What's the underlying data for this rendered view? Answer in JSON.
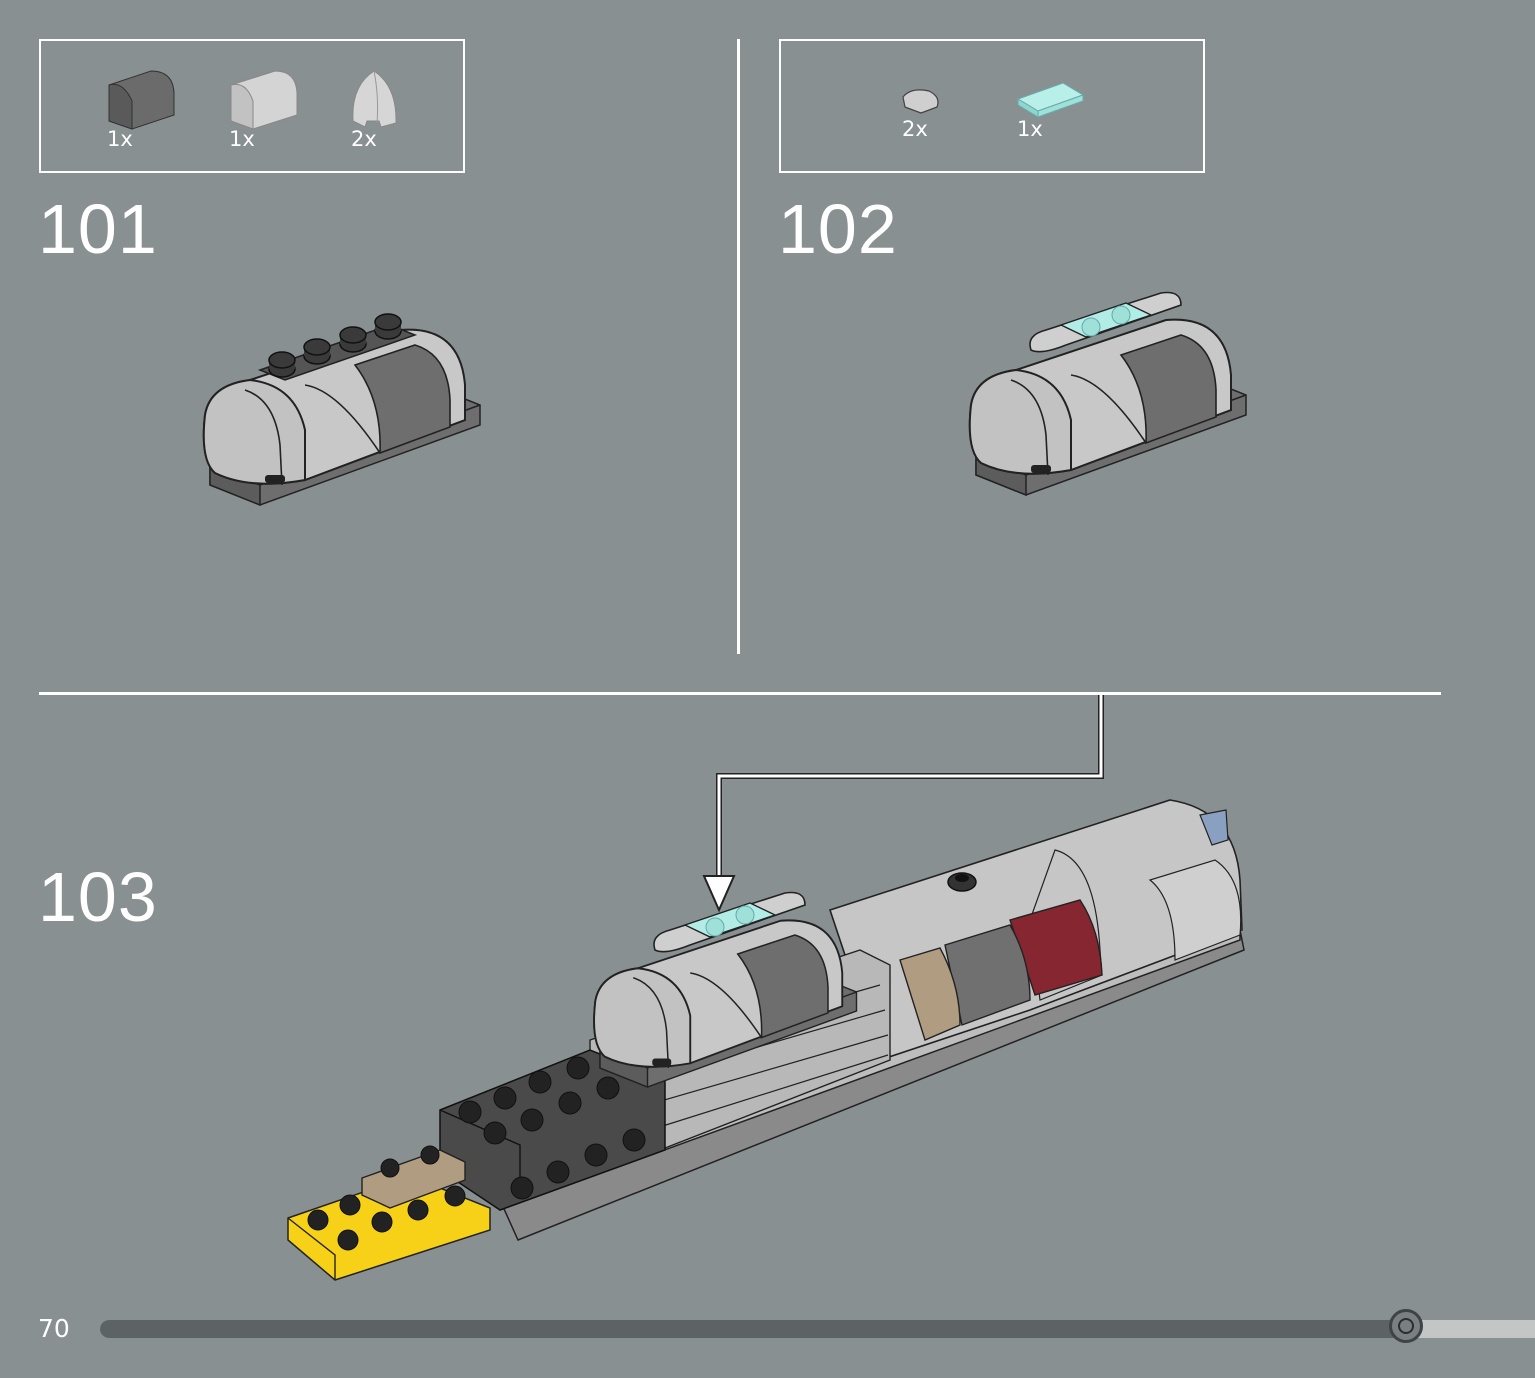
{
  "steps": [
    {
      "number": "101",
      "parts": [
        {
          "qty": "1x",
          "icon": "dark-gray-curved-slope-brick-icon",
          "color": "#6b6b6b"
        },
        {
          "qty": "1x",
          "icon": "light-gray-curved-slope-brick-icon",
          "color": "#c8c8c8"
        },
        {
          "qty": "2x",
          "icon": "light-gray-curved-corner-slope-icon",
          "color": "#d0d0d0"
        }
      ]
    },
    {
      "number": "102",
      "parts": [
        {
          "qty": "2x",
          "icon": "light-gray-round-tile-icon",
          "color": "#c8c8c8"
        },
        {
          "qty": "1x",
          "icon": "trans-light-blue-tile-icon",
          "color": "#a9e3de"
        }
      ]
    },
    {
      "number": "103",
      "parts": []
    }
  ],
  "page": {
    "number": "70",
    "progress": 0.91
  },
  "colors": {
    "background": "#899092",
    "light_gray": "#c6c6c6",
    "dark_gray": "#6b6b6b",
    "black": "#3a3a3a",
    "trans_light_blue": "#a9e3de",
    "tan": "#b09c80",
    "dark_red": "#862630",
    "yellow": "#f7d117"
  }
}
